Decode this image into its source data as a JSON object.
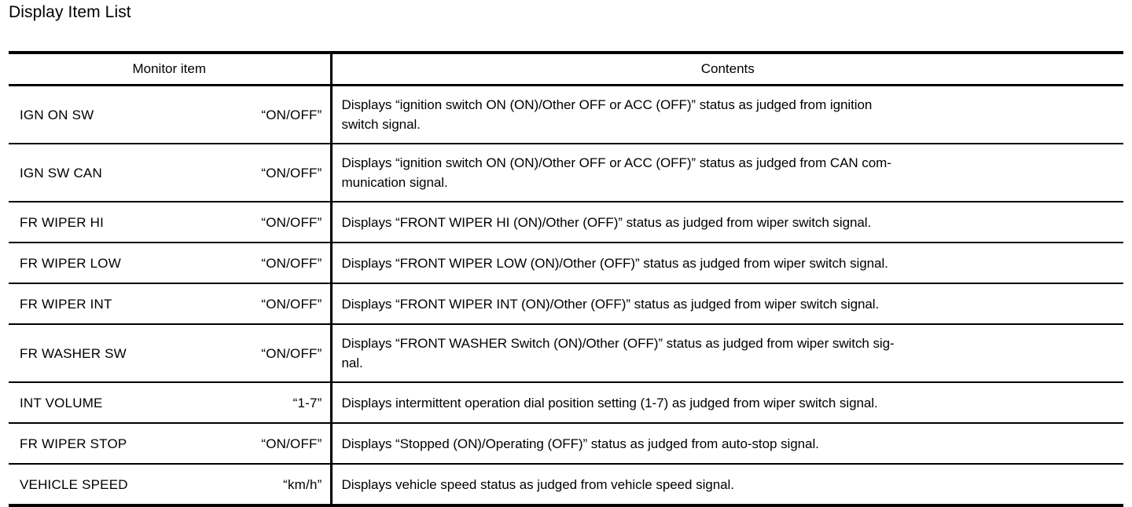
{
  "page_title": "Display Item List",
  "table": {
    "headers": {
      "monitor_item": "Monitor item",
      "contents": "Contents"
    },
    "rows": [
      {
        "monitor_item": "IGN ON SW",
        "unit": "“ON/OFF”",
        "contents_lines": [
          "Displays “ignition switch ON (ON)/Other OFF or ACC (OFF)” status as judged from ignition",
          "switch signal."
        ]
      },
      {
        "monitor_item": "IGN SW CAN",
        "unit": "“ON/OFF”",
        "contents_lines": [
          "Displays “ignition switch ON (ON)/Other OFF or ACC (OFF)” status as judged from CAN com-",
          "munication signal."
        ]
      },
      {
        "monitor_item": "FR WIPER HI",
        "unit": "“ON/OFF”",
        "contents_lines": [
          "Displays “FRONT WIPER HI (ON)/Other (OFF)” status as judged from wiper switch signal."
        ]
      },
      {
        "monitor_item": "FR WIPER LOW",
        "unit": "“ON/OFF”",
        "contents_lines": [
          "Displays “FRONT WIPER LOW (ON)/Other (OFF)” status as judged from wiper switch signal."
        ]
      },
      {
        "monitor_item": "FR WIPER INT",
        "unit": "“ON/OFF”",
        "contents_lines": [
          "Displays “FRONT WIPER INT (ON)/Other (OFF)” status as judged from wiper switch signal."
        ]
      },
      {
        "monitor_item": "FR WASHER SW",
        "unit": "“ON/OFF”",
        "contents_lines": [
          "Displays “FRONT WASHER Switch (ON)/Other (OFF)” status as judged from wiper switch sig-",
          "nal."
        ]
      },
      {
        "monitor_item": "INT VOLUME",
        "unit": "“1-7”",
        "contents_lines": [
          "Displays intermittent operation dial position setting (1-7) as judged from wiper switch signal."
        ]
      },
      {
        "monitor_item": "FR WIPER STOP",
        "unit": "“ON/OFF”",
        "contents_lines": [
          "Displays “Stopped (ON)/Operating (OFF)” status as judged from auto-stop signal."
        ]
      },
      {
        "monitor_item": "VEHICLE SPEED",
        "unit": "“km/h”",
        "contents_lines": [
          "Displays vehicle speed status as judged from vehicle speed signal."
        ]
      }
    ]
  },
  "colors": {
    "background": "#ffffff",
    "text": "#000000",
    "rule": "#000000"
  }
}
